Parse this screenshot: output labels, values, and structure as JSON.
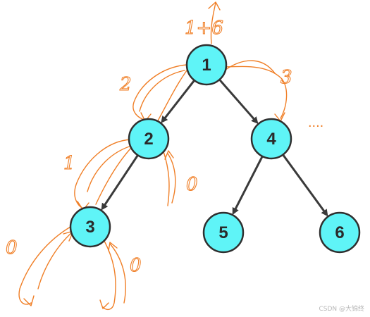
{
  "tree": {
    "nodes": [
      {
        "id": "1",
        "label": "1"
      },
      {
        "id": "2",
        "label": "2"
      },
      {
        "id": "3",
        "label": "3"
      },
      {
        "id": "4",
        "label": "4"
      },
      {
        "id": "5",
        "label": "5"
      },
      {
        "id": "6",
        "label": "6"
      }
    ],
    "edges": [
      {
        "from": "1",
        "to": "2"
      },
      {
        "from": "1",
        "to": "4"
      },
      {
        "from": "2",
        "to": "3"
      },
      {
        "from": "4",
        "to": "5"
      },
      {
        "from": "4",
        "to": "6"
      }
    ],
    "node_fill": "#5ff4f7",
    "node_stroke": "#2f2f2f",
    "edge_color": "#3a3a3a"
  },
  "annotations": {
    "color": "#f07f27",
    "root_total": "1+6",
    "left_subtree": "2",
    "right_subtree": "3",
    "node2_right": "0",
    "node2_left": "1",
    "node3_left": "0",
    "node3_right": "0",
    "ellipsis": "...."
  },
  "watermark": "CSDN @大锦终"
}
